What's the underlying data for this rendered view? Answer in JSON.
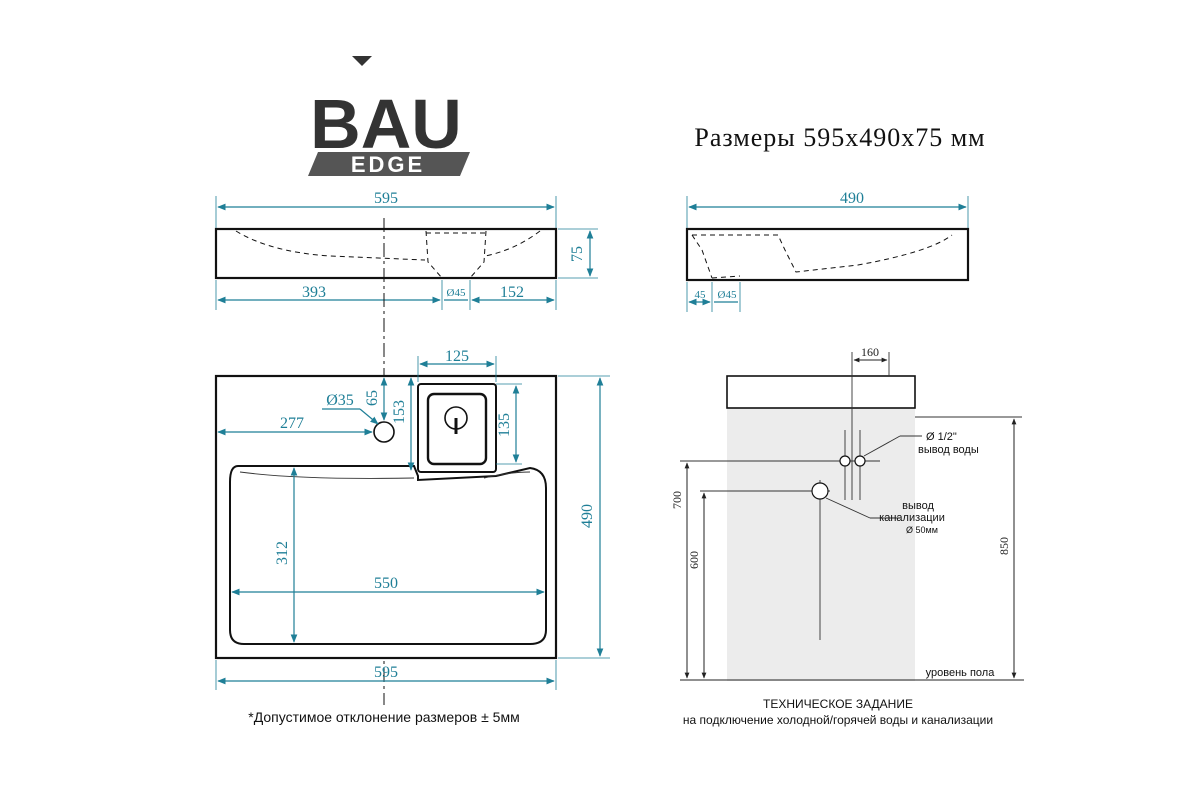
{
  "logo": {
    "brand": "BAU",
    "sub": "EDGE"
  },
  "title": "Размеры 595x490x75 мм",
  "front_view": {
    "width_top": "595",
    "height": "75",
    "left_offset": "393",
    "drain_diameter": "Ø45",
    "right_offset": "152"
  },
  "side_view": {
    "depth": "490",
    "offset": "45",
    "drain_diameter": "Ø45"
  },
  "plan_view": {
    "niche_width": "125",
    "tap_hole_diameter": "Ø35",
    "tap_hole_offset": "65",
    "niche_depth": "153",
    "inner_niche": "135",
    "tap_from_left": "277",
    "depth": "490",
    "bowl_depth": "312",
    "bowl_width": "550",
    "width_bottom": "595"
  },
  "installation": {
    "top_offset": "160",
    "water_label": "Ø 1/2\"",
    "water_outlet": "вывод воды",
    "drain_line1": "вывод",
    "drain_line2": "канализации",
    "drain_diameter": "Ø 50мм",
    "height_700": "700",
    "height_600": "600",
    "height_850": "850",
    "floor_level": "уровень пола"
  },
  "footnote": "*Допустимое отклонение размеров ± 5мм",
  "spec": {
    "title": "ТЕХНИЧЕСКОЕ ЗАДАНИЕ",
    "subtitle": "на подключение холодной/горячей воды и канализации"
  },
  "colors": {
    "dimension": "#1f7f97",
    "outline": "#111111",
    "logo": "#333333",
    "wall": "#ececec"
  }
}
